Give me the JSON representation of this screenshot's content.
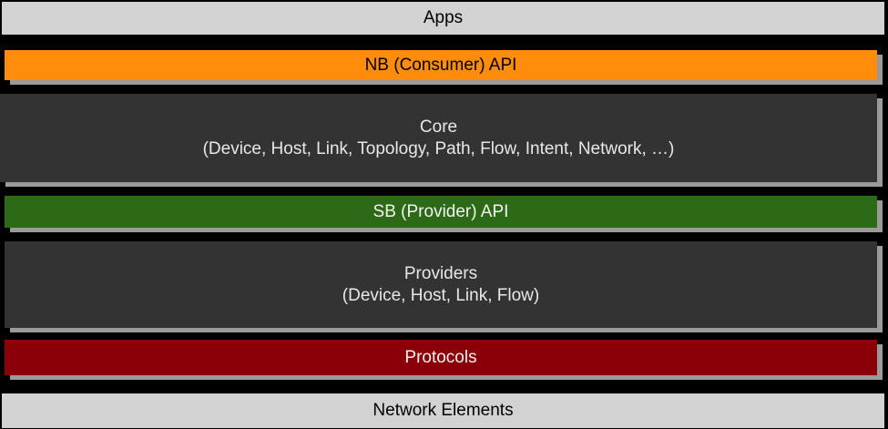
{
  "diagram": {
    "kind": "layered-architecture-stack",
    "background_color": "#000000",
    "layers": [
      {
        "id": "apps",
        "title": "Apps",
        "subtitle": "",
        "fill_color": "#d2d2d2",
        "text_color": "#000000"
      },
      {
        "id": "nb-consumer-api",
        "title": "NB (Consumer) API",
        "subtitle": "",
        "fill_color": "#ff8c0a",
        "text_color": "#000000"
      },
      {
        "id": "core",
        "title": "Core",
        "subtitle": "(Device, Host, Link, Topology, Path, Flow, Intent, Network, …)",
        "fill_color": "#333333",
        "text_color": "#e8e8e8"
      },
      {
        "id": "sb-provider-api",
        "title": "SB (Provider) API",
        "subtitle": "",
        "fill_color": "#2c6a15",
        "text_color": "#f2f2f2"
      },
      {
        "id": "providers",
        "title": "Providers",
        "subtitle": "(Device, Host, Link, Flow)",
        "fill_color": "#333333",
        "text_color": "#e8e8e8"
      },
      {
        "id": "protocols",
        "title": "Protocols",
        "subtitle": "",
        "fill_color": "#8b0008",
        "text_color": "#f2f2f2"
      },
      {
        "id": "network-elements",
        "title": "Network Elements",
        "subtitle": "",
        "fill_color": "#d2d2d2",
        "text_color": "#000000"
      }
    ],
    "shadow_color": "#9a9a9a"
  }
}
